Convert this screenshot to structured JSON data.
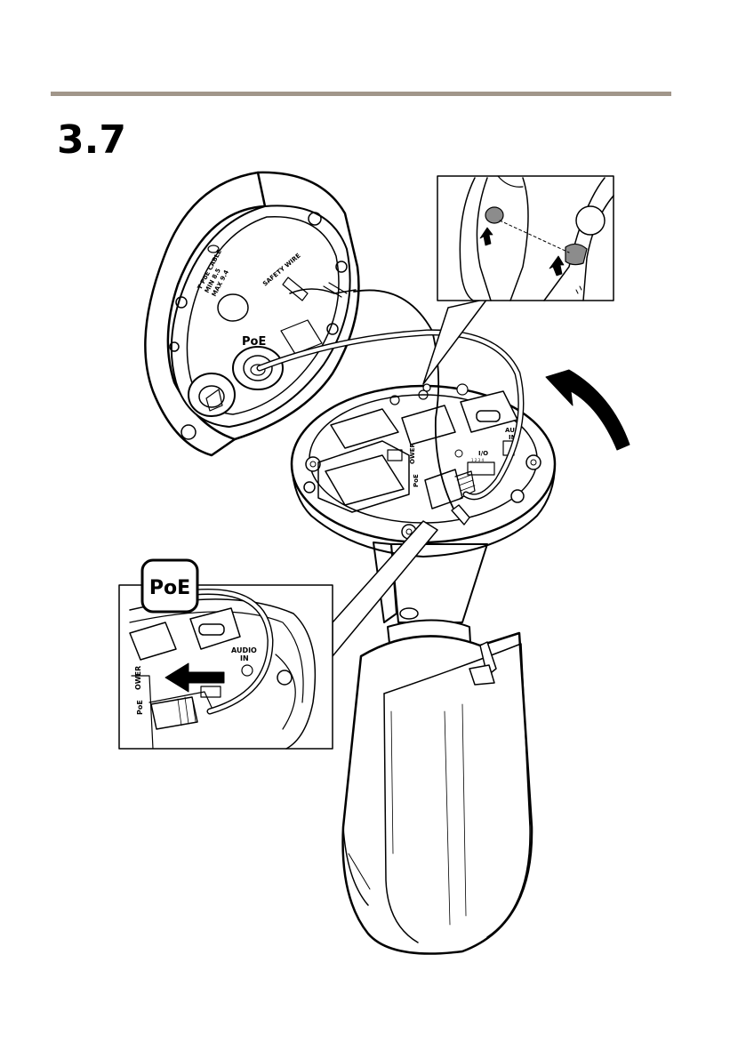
{
  "section": {
    "step_number": "3.7"
  },
  "figure": {
    "labels": {
      "base_port": "PoE",
      "cable_note_1": "T PoE CABLE",
      "cable_note_2": "MIN 8.5",
      "cable_note_3": "MAX 9.4",
      "safety_wire": "SAFETY WIRE",
      "audio_in_main_1": "AUD",
      "audio_in_main_2": "IN",
      "io_main": "I/O",
      "io_pins": "1 2 3 4",
      "poe_port_main": "PoE",
      "power_main": "OWER",
      "callout_badge": "PoE",
      "callout_audio_1": "AUDIO",
      "callout_audio_2": "IN",
      "callout_power": "OWER",
      "callout_poe_port": "PoE"
    }
  }
}
